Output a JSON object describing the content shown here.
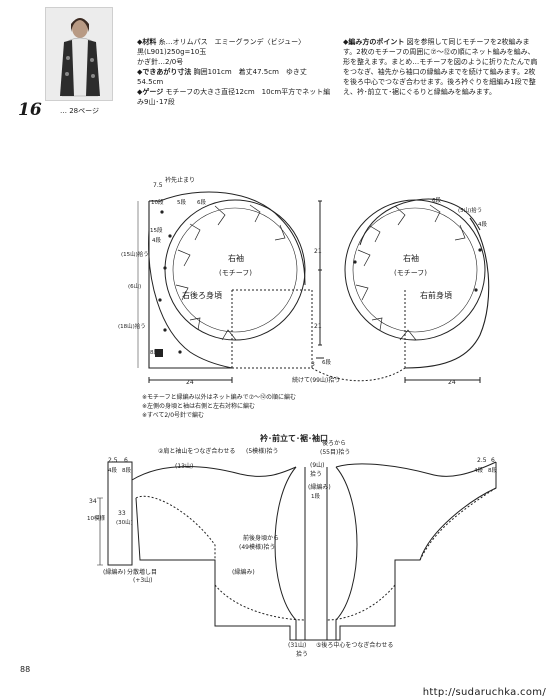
{
  "header": {
    "pattern_number": "16",
    "page_ref": "… 28ページ"
  },
  "specs": {
    "materials_label": "◆材料",
    "materials_text": "糸…オリムパス　エミーグランデ〈ビジュー〉",
    "materials_color": "黒(L901)250g=10玉",
    "hook": "かぎ針…2/0号",
    "size_label": "◆できあがり寸法",
    "size_text": "胸囲101cm　着丈47.5cm　ゆき丈54.5cm",
    "gauge_label": "◆ゲージ",
    "gauge_text": "モチーフの大きさ直径12cm　10cm平方でネット編み9山･17段"
  },
  "method": {
    "label": "◆編み方のポイント",
    "text": "図を参照して同じモチーフを2枚編みます。2枚のモチーフの周囲に⑦～⑫の順にネット編みを編み、形を整えます。まとめ…モチーフを図のように折りたたんで肩をつなぎ、袖先から袖口の縁編みまでを続けて編みます。2枚を後ろ中心でつなぎ合わせます。後ろ衿ぐりを細編み1段で整え、衿･前立て･裾にぐるりと縁編みを編みます。"
  },
  "diagram": {
    "left_right_sleeve": "右袖",
    "left_motif": "(モチーフ)",
    "left_back": "右後ろ身頃",
    "right_right_sleeve": "右袖",
    "right_motif": "(モチーフ)",
    "right_front": "右前身頃",
    "dim_7_5": "7.5",
    "rib_end": "衿先止まり",
    "dim_10_dan": "10段",
    "dim_5_dan": "5段",
    "dim_6_dan": "6段",
    "dim_15_dan": "15段",
    "dim_4_dan": "4段",
    "r_6_dan": "6段",
    "r_5san": "(5山)拾う",
    "r_4_dan": "4段",
    "l_15san": "(15山)拾う",
    "l_6san": "(6山)",
    "l_18san": "(18山)拾う",
    "l_8_dan": "8段",
    "dim_21_a": "21",
    "dim_21_b": "21",
    "dim_3": "3",
    "dim_6_dan_b": "6段",
    "bottom_pickup": "続けて(99山)拾う",
    "width_24_left": "24",
    "width_24_right": "24"
  },
  "notes": {
    "n1": "※モチーフと縁編み以外はネット編みで⑦～⑫の順に編む",
    "n2": "※左側の身頃と袖は右側と左右対称に編む",
    "n3": "※すべて2/0号針で編む"
  },
  "assembly": {
    "title": "衿･前立て･裾･袖口",
    "shoulder_join": "②肩と袖山をつなぎ合わせる",
    "b_13san": "(13山)",
    "b_5model": "(5模様)拾う",
    "b_back_from": "後ろから",
    "b_55dan": "(55目)拾う",
    "b_9san": "(9山)",
    "b_pickup": "拾う",
    "d_2_5": "2.5",
    "d_6": "6",
    "d_4dan": "4段",
    "d_8dan": "8段",
    "d_34": "34",
    "d_10model": "10模様",
    "d_33": "33",
    "d_30san": "(30山)",
    "border_a": "(縁編み)",
    "border_b": "(縁編み)",
    "border_c": "(縁編み)",
    "increase": "分散増し目",
    "increase_b": "(+3山)",
    "front_back_from": "前後身頃から",
    "f_49model": "(49模様)拾う",
    "d_1dan": "1段",
    "bottom_31san": "(31山)",
    "bottom_pickup": "拾う",
    "back_center_join": "⑤後ろ中心をつなぎ合わせる",
    "right_2_5": "2.5",
    "right_6": "6",
    "right_4dan": "4段",
    "right_8dan": "8段"
  },
  "page_number": "88",
  "watermark": "http://sudaruchka.com/"
}
